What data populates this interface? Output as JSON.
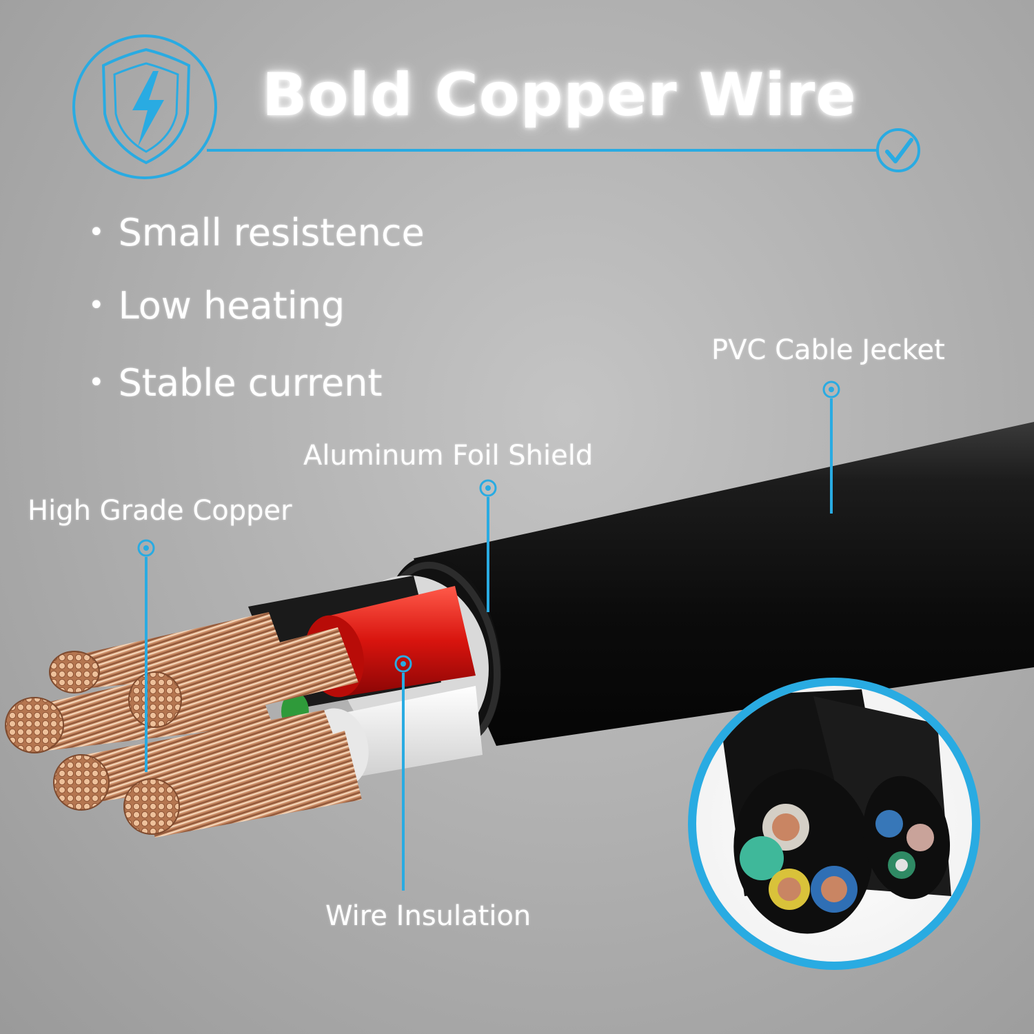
{
  "header": {
    "title": "Bold Copper Wire",
    "accent_color": "#29abe2",
    "badge_icon": "shield-lightning-icon",
    "check_icon": "check-circle-icon"
  },
  "features": [
    {
      "text": "Small resistence"
    },
    {
      "text": "Low heating"
    },
    {
      "text": "Stable current"
    }
  ],
  "callouts": {
    "pvc_jacket": "PVC Cable Jecket",
    "foil_shield": "Aluminum Foil Shield",
    "copper": "High Grade Copper",
    "insulation": "Wire Insulation"
  },
  "photo": {
    "subject": "cable-cross-section-photo",
    "inset": "cable-cross-section-inset-photo"
  }
}
